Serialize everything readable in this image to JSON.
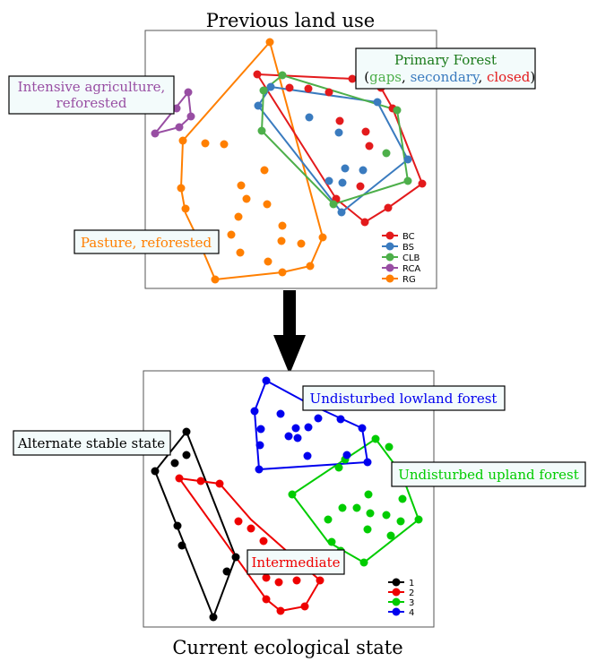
{
  "top": {
    "title": "Previous land use",
    "labels": {
      "agri_line1": "Intensive agriculture,",
      "agri_line2": "reforested",
      "pasture": "Pasture, reforested",
      "primary_title": "Primary Forest",
      "primary_open": "(",
      "primary_gaps": "gaps",
      "primary_sep1": ", ",
      "primary_secondary": "secondary",
      "primary_sep2": ", ",
      "primary_closed": "closed",
      "primary_close": ")"
    },
    "legend": [
      {
        "key": "BC",
        "color": "#e31a1c"
      },
      {
        "key": "BS",
        "color": "#3a7bbf"
      },
      {
        "key": "CLB",
        "color": "#4daf4a"
      },
      {
        "key": "RCA",
        "color": "#984ea3"
      },
      {
        "key": "RG",
        "color": "#ff7f00"
      }
    ],
    "colors": {
      "agri": "#984ea3",
      "pasture": "#ff7f00",
      "primary": "#1a7a1a",
      "gaps": "#4daf4a",
      "secondary": "#3a7bbf",
      "closed": "#e31a1c"
    }
  },
  "bottom": {
    "title": "Current ecological state",
    "labels": {
      "alternate": "Alternate stable state",
      "lowland": "Undisturbed lowland forest",
      "upland": "Undisturbed upland forest",
      "intermediate": "Intermediate"
    },
    "legend": [
      {
        "key": "1",
        "color": "#000000"
      },
      {
        "key": "2",
        "color": "#ee0000"
      },
      {
        "key": "3",
        "color": "#00cc00"
      },
      {
        "key": "4",
        "color": "#0000ee"
      }
    ],
    "colors": {
      "alternate": "#000000",
      "intermediate": "#ee0000",
      "upland": "#00cc00",
      "lowland": "#0000ee"
    }
  }
}
